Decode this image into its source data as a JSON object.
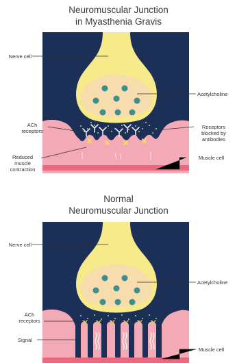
{
  "top": {
    "title_line1": "Neuromuscular Junction",
    "title_line2": "in Myasthenia Gravis",
    "labels": {
      "nerve_cell": "Nerve cell",
      "acetylcholine": "Acetylcholine",
      "ach_receptors_1": "ACh",
      "ach_receptors_2": "receptors",
      "blocked_1": "Receptors",
      "blocked_2": "blocked by",
      "blocked_3": "antibodies",
      "reduced_1": "Reduced",
      "reduced_2": "muscle",
      "reduced_3": "contraction",
      "muscle_cell": "Muscle cell"
    }
  },
  "bottom": {
    "title_line1": "Normal",
    "title_line2": "Neuromuscular Junction",
    "labels": {
      "nerve_cell": "Nerve cell",
      "acetylcholine": "Acetylcholine",
      "ach_receptors_1": "ACh",
      "ach_receptors_2": "receptors",
      "signal": "Signal",
      "muscle_cell": "Muscle cell"
    }
  },
  "colors": {
    "background_panel": "#1b2f57",
    "nerve_terminal": "#f6ea8a",
    "vesicle_area": "#f7dcae",
    "vesicle": "#3e8f8b",
    "muscle": "#f4a9b6",
    "muscle_band": "#e9697f",
    "receptor": "#d4d15a",
    "antibody": "#e8e8e8",
    "block_mark": "#f5e35c"
  }
}
